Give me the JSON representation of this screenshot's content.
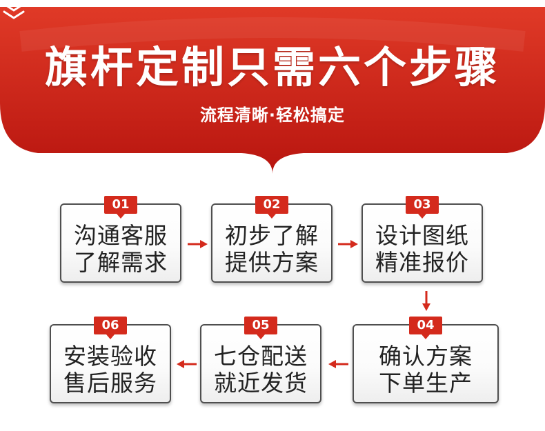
{
  "header": {
    "title": "旗杆定制只需六个步骤",
    "subtitle": "流程清晰·轻松搞定"
  },
  "colors": {
    "accent": "#d42a1c",
    "banner_top": "#e23a27",
    "banner_bottom": "#b8150f",
    "box_border": "#4f4f4f",
    "text": "#222222"
  },
  "steps": [
    {
      "num": "01",
      "line1": "沟通客服",
      "line2": "了解需求"
    },
    {
      "num": "02",
      "line1": "初步了解",
      "line2": "提供方案"
    },
    {
      "num": "03",
      "line1": "设计图纸",
      "line2": "精准报价"
    },
    {
      "num": "04",
      "line1": "确认方案",
      "line2": "下单生产"
    },
    {
      "num": "05",
      "line1": "七仓配送",
      "line2": "就近发货"
    },
    {
      "num": "06",
      "line1": "安装验收",
      "line2": "售后服务"
    }
  ]
}
